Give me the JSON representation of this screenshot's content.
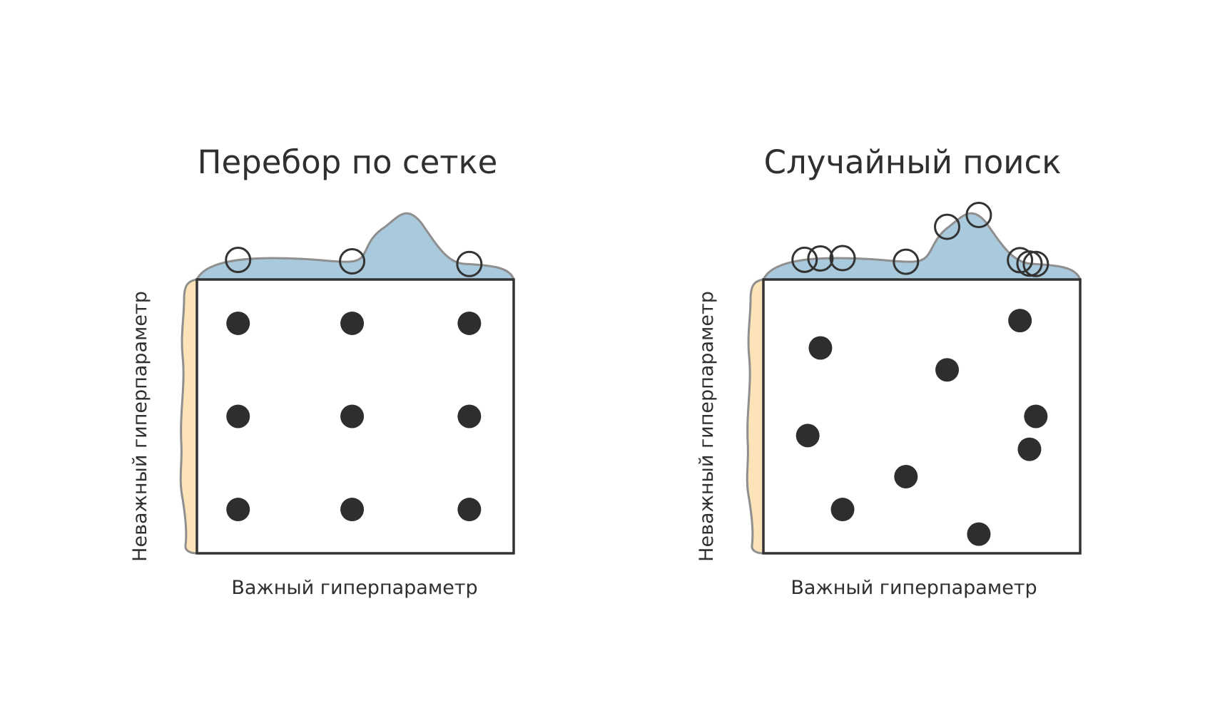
{
  "colors": {
    "background": "#ffffff",
    "frame": "#333333",
    "point": "#2e2e2e",
    "top_density_fill": "#a9c9dc",
    "side_density_fill": "#fde3b8",
    "density_stroke": "#8f8f8f",
    "text": "#2f2f2f"
  },
  "panels": [
    {
      "id": "grid",
      "title": "Перебор по сетке",
      "xlabel": "Важный гиперпараметр",
      "ylabel": "Неважный  гиперпараметр",
      "points": [
        {
          "x": 0.13,
          "y": 0.84
        },
        {
          "x": 0.49,
          "y": 0.84
        },
        {
          "x": 0.86,
          "y": 0.84
        },
        {
          "x": 0.13,
          "y": 0.5
        },
        {
          "x": 0.49,
          "y": 0.5
        },
        {
          "x": 0.86,
          "y": 0.5
        },
        {
          "x": 0.13,
          "y": 0.16
        },
        {
          "x": 0.49,
          "y": 0.16
        },
        {
          "x": 0.86,
          "y": 0.16
        }
      ],
      "samples": [
        0.13,
        0.49,
        0.86
      ]
    },
    {
      "id": "random",
      "title": "Случайный поиск",
      "xlabel": "Важный гиперпараметр",
      "ylabel": "Неважный  гиперпараметр",
      "points": [
        {
          "x": 0.81,
          "y": 0.85
        },
        {
          "x": 0.18,
          "y": 0.75
        },
        {
          "x": 0.58,
          "y": 0.67
        },
        {
          "x": 0.86,
          "y": 0.5
        },
        {
          "x": 0.14,
          "y": 0.43
        },
        {
          "x": 0.84,
          "y": 0.38
        },
        {
          "x": 0.45,
          "y": 0.28
        },
        {
          "x": 0.25,
          "y": 0.16
        },
        {
          "x": 0.68,
          "y": 0.07
        }
      ],
      "samples": [
        0.13,
        0.18,
        0.25,
        0.45,
        0.58,
        0.68,
        0.81,
        0.84,
        0.86
      ]
    }
  ]
}
